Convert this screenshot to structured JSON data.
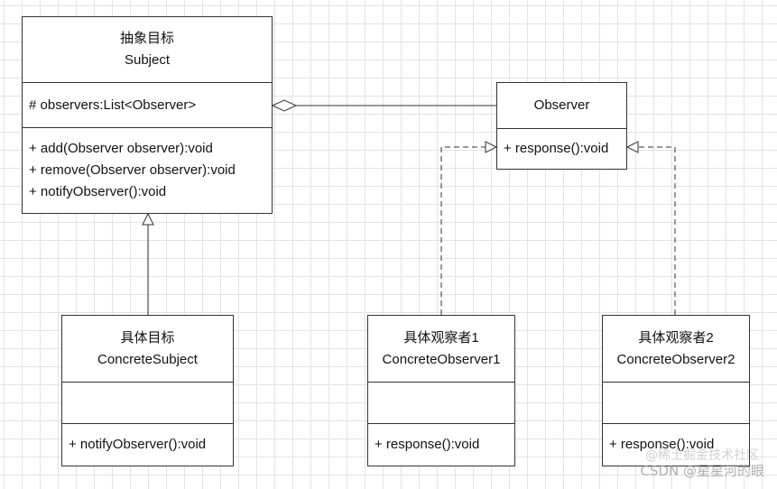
{
  "subject": {
    "name_cn": "抽象目标",
    "name_en": "Subject",
    "attributes": [
      "# observers:List<Observer>"
    ],
    "methods": [
      "+ add(Observer observer):void",
      "+ remove(Observer observer):void",
      "+ notifyObserver():void"
    ]
  },
  "observer": {
    "name_en": "Observer",
    "methods": [
      "+ response():void"
    ]
  },
  "concrete_subject": {
    "name_cn": "具体目标",
    "name_en": "ConcreteSubject",
    "methods": [
      "+ notifyObserver():void"
    ]
  },
  "concrete_observer_1": {
    "name_cn": "具体观察者1",
    "name_en": "ConcreteObserver1",
    "methods": [
      "+ response():void"
    ]
  },
  "concrete_observer_2": {
    "name_cn": "具体观察者2",
    "name_en": "ConcreteObserver2",
    "methods": [
      "+ response():void"
    ]
  },
  "watermark": {
    "text": "CSDN @星星河的眼",
    "under_text": "@稀土掘金技术社区"
  }
}
